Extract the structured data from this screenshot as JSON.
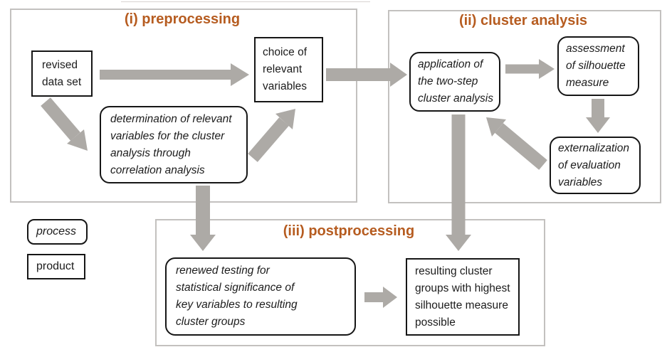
{
  "colors": {
    "title_accent": "#b65c20",
    "arrow_gray": "#adaaa6",
    "panel_border": "#c3c1bf",
    "box_border": "#161616",
    "text": "#1c1c1c",
    "background": "#ffffff"
  },
  "panels": {
    "preprocessing": {
      "title": "(i) preprocessing"
    },
    "cluster_analysis": {
      "title": "(ii) cluster analysis"
    },
    "postprocessing": {
      "title": "(iii) postprocessing"
    }
  },
  "nodes": {
    "revised_data_set": {
      "kind": "product",
      "text": "revised\ndata set"
    },
    "choice_of_relevant_variables": {
      "kind": "product",
      "text": "choice of\nrelevant\nvariables"
    },
    "determination_of_relevant_variables": {
      "kind": "process",
      "text": "determination of relevant\nvariables for the cluster\nanalysis through\ncorrelation analysis"
    },
    "application_two_step_cluster": {
      "kind": "process",
      "text": "application of\nthe two-step\ncluster analysis"
    },
    "assessment_silhouette_measure": {
      "kind": "process",
      "text": "assessment\nof silhouette\nmeasure"
    },
    "externalization_evaluation_variables": {
      "kind": "process",
      "text": "externalization\nof evaluation\nvariables"
    },
    "renewed_testing_significance": {
      "kind": "process",
      "text": "renewed testing for\nstatistical significance of\nkey variables to resulting\ncluster groups"
    },
    "resulting_cluster_groups": {
      "kind": "product",
      "text": "resulting cluster\ngroups with highest\nsilhouette measure\npossible"
    }
  },
  "legend": {
    "process_label": "process",
    "product_label": "product"
  }
}
